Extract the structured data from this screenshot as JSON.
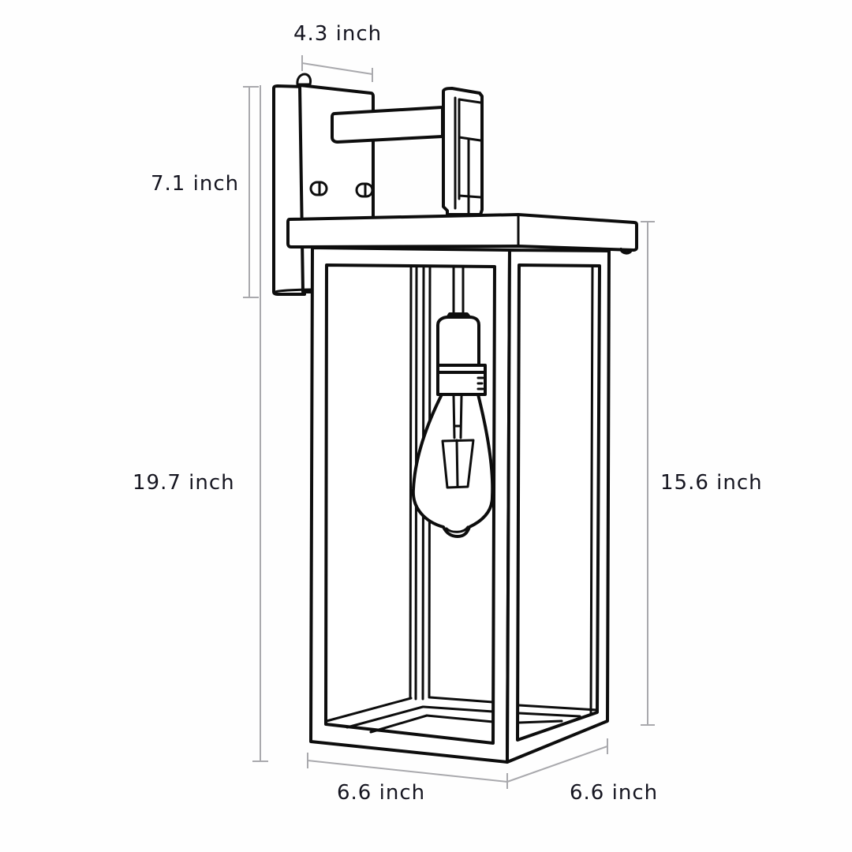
{
  "diagram": {
    "subject": "outdoor wall lantern sconce",
    "style": "black line drawing on white",
    "colors": {
      "background": "#fefefe",
      "line": "#0d0d0d",
      "dimension_line": "#a9a9ad",
      "label_text": "#151520"
    }
  },
  "dimensions": {
    "extension_depth": {
      "value": 4.3,
      "unit": "inch",
      "label": "4.3 inch"
    },
    "backplate_height": {
      "value": 7.1,
      "unit": "inch",
      "label": "7.1 inch"
    },
    "total_height": {
      "value": 19.7,
      "unit": "inch",
      "label": "19.7 inch"
    },
    "lantern_body_height": {
      "value": 15.6,
      "unit": "inch",
      "label": "15.6 inch"
    },
    "width": {
      "value": 6.6,
      "unit": "inch",
      "label": "6.6 inch"
    },
    "depth": {
      "value": 6.6,
      "unit": "inch",
      "label": "6.6 inch"
    }
  },
  "parts": [
    "backplate",
    "mounting-screws",
    "arm",
    "hanging-bracket",
    "top-cap",
    "frame",
    "socket",
    "edison-bulb"
  ]
}
